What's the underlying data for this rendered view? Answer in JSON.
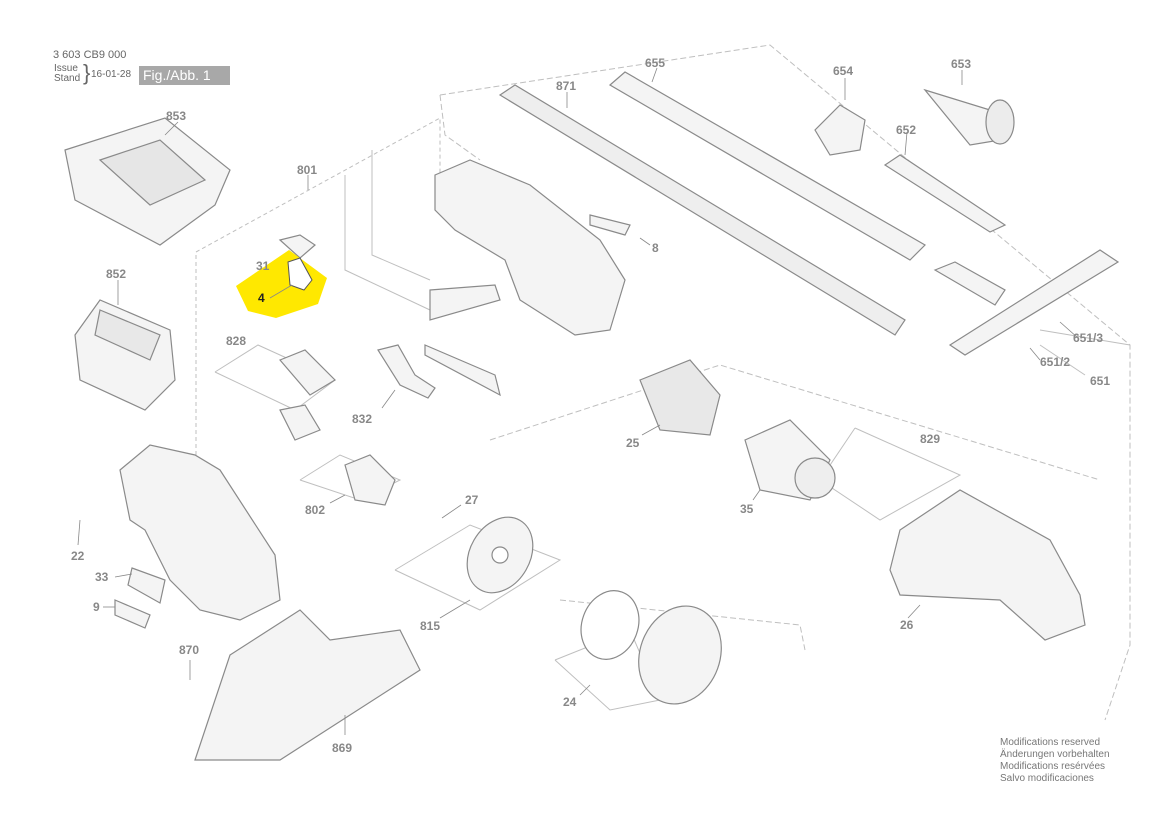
{
  "header": {
    "doc_number": "3 603 CB9 000",
    "issue_label": "Issue",
    "stand_label": "Stand",
    "issue_date": "16-01-28",
    "figure_label": "Fig./Abb. 1"
  },
  "parts": [
    {
      "id": "p653",
      "label": "653"
    },
    {
      "id": "p654",
      "label": "654"
    },
    {
      "id": "p655",
      "label": "655"
    },
    {
      "id": "p871",
      "label": "871"
    },
    {
      "id": "p652",
      "label": "652"
    },
    {
      "id": "p853",
      "label": "853"
    },
    {
      "id": "p801",
      "label": "801"
    },
    {
      "id": "p8",
      "label": "8"
    },
    {
      "id": "p31",
      "label": "31"
    },
    {
      "id": "p4",
      "label": "4"
    },
    {
      "id": "p852",
      "label": "852"
    },
    {
      "id": "p828",
      "label": "828"
    },
    {
      "id": "p832",
      "label": "832"
    },
    {
      "id": "p6513",
      "label": "651/3"
    },
    {
      "id": "p6512",
      "label": "651/2"
    },
    {
      "id": "p651",
      "label": "651"
    },
    {
      "id": "p25",
      "label": "25"
    },
    {
      "id": "p829",
      "label": "829"
    },
    {
      "id": "p27",
      "label": "27"
    },
    {
      "id": "p802",
      "label": "802"
    },
    {
      "id": "p35",
      "label": "35"
    },
    {
      "id": "p22",
      "label": "22"
    },
    {
      "id": "p33",
      "label": "33"
    },
    {
      "id": "p9",
      "label": "9"
    },
    {
      "id": "p815",
      "label": "815"
    },
    {
      "id": "p26",
      "label": "26"
    },
    {
      "id": "p870",
      "label": "870"
    },
    {
      "id": "p24",
      "label": "24"
    },
    {
      "id": "p869",
      "label": "869"
    }
  ],
  "highlight": {
    "part": "4",
    "color": "#ffe800"
  },
  "notes": [
    "Modifications reserved",
    "Änderungen vorbehalten",
    "Modifications resérvées",
    "Salvo modificaciones"
  ]
}
